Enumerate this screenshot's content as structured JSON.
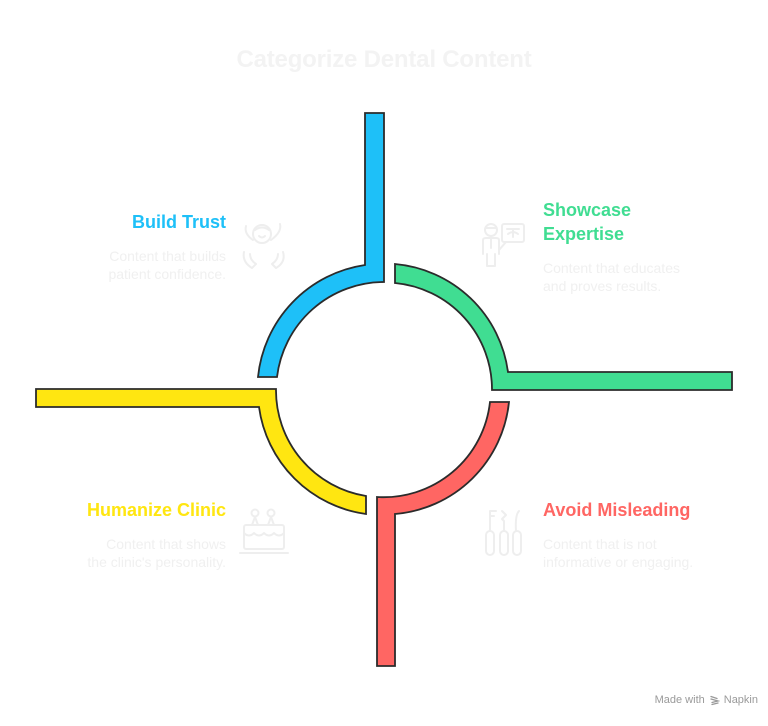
{
  "title": "Categorize Dental Content",
  "colors": {
    "blue": "#1EC0F8",
    "green": "#40DD92",
    "red": "#FF6663",
    "yellow": "#FFE611",
    "outline": "#2b2b2b",
    "faded": "#f0f0f0"
  },
  "quadrants": [
    {
      "id": "build-trust",
      "heading": "Build Trust",
      "description_lines": [
        "Content that builds",
        "patient confidence."
      ],
      "icon": "child-in-hands-icon",
      "color": "#1EC0F8",
      "position": "top-left"
    },
    {
      "id": "showcase-expertise",
      "heading_lines": [
        "Showcase",
        "Expertise"
      ],
      "description_lines": [
        "Content that educates",
        "and proves results."
      ],
      "icon": "presenter-board-icon",
      "color": "#40DD92",
      "position": "top-right"
    },
    {
      "id": "humanize-clinic",
      "heading": "Humanize Clinic",
      "description_lines": [
        "Content that shows",
        "the clinic's personality."
      ],
      "icon": "celebration-cake-icon",
      "color": "#FFE611",
      "position": "bottom-left"
    },
    {
      "id": "avoid-misleading",
      "heading": "Avoid Misleading",
      "description_lines": [
        "Content that is not",
        "informative or engaging."
      ],
      "icon": "dental-tools-icon",
      "color": "#FF6663",
      "position": "bottom-right"
    }
  ],
  "footer": {
    "made_with": "Made with",
    "brand": "Napkin"
  }
}
